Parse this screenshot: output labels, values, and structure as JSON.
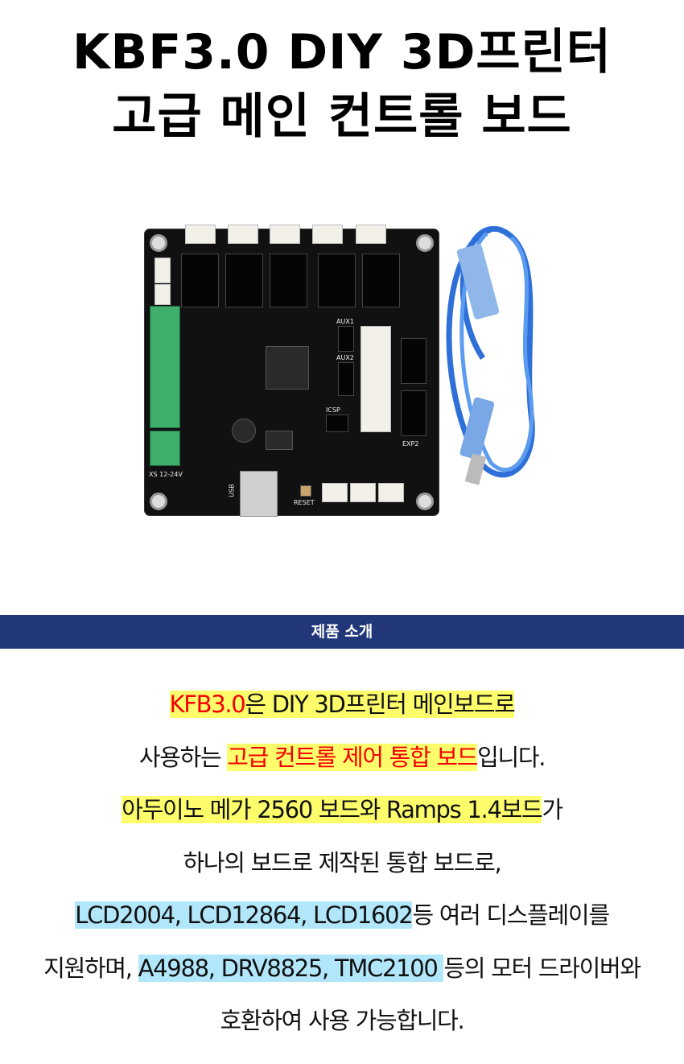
{
  "title": {
    "line1": "KBF3.0 DIY 3D프린터",
    "line2": "고급 메인 컨트롤 보드"
  },
  "board_labels": {
    "reset": "RESET",
    "usb": "USB",
    "exp2": "EXP2",
    "icsp": "ICSP",
    "aux1": "AUX1",
    "aux2": "AUX2",
    "power": "XS 12-24V"
  },
  "section": {
    "banner": "제품 소개"
  },
  "colors": {
    "banner": "#22377a",
    "highlight_yellow": "#fdfd6c",
    "highlight_blue": "#b2e6fb",
    "emphasis_red": "#f50000"
  },
  "description": {
    "lines": [
      [
        {
          "text": "KFB3.0",
          "style": "hl-yr"
        },
        {
          "text": "은 DIY 3D프린터 메인보드로",
          "style": "hl-y"
        }
      ],
      [
        {
          "text": "사용하는 ",
          "style": ""
        },
        {
          "text": "고급 컨트롤 제어 통합 보드",
          "style": "hl-yr"
        },
        {
          "text": "입니다.",
          "style": ""
        }
      ],
      [
        {
          "text": "아두이노 메가 2560 보드와 Ramps 1.4보드",
          "style": "hl-y"
        },
        {
          "text": "가",
          "style": ""
        }
      ],
      [
        {
          "text": "하나의 보드로 제작된 통합 보드로,",
          "style": ""
        }
      ],
      [
        {
          "text": "LCD2004, LCD12864, LCD1602",
          "style": "hl-b"
        },
        {
          "text": "등 여러 디스플레이를",
          "style": ""
        }
      ],
      [
        {
          "text": "지원하며, ",
          "style": ""
        },
        {
          "text": "A4988, DRV8825, TMC2100 ",
          "style": "hl-b"
        },
        {
          "text": "등의 모터 드라이버와",
          "style": ""
        }
      ],
      [
        {
          "text": "호환하여 사용 가능합니다.",
          "style": ""
        }
      ]
    ]
  }
}
